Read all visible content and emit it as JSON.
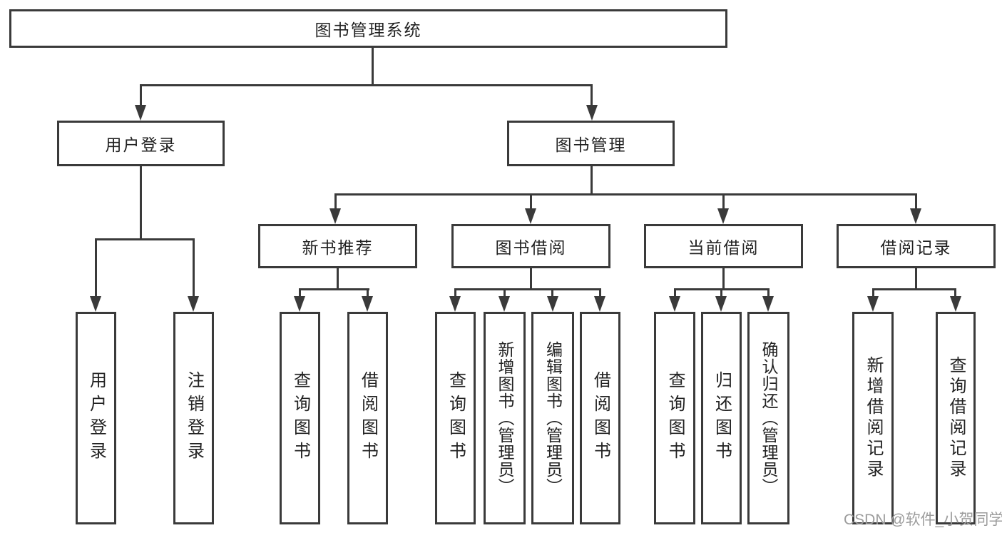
{
  "nodes": {
    "root": "图书管理系统",
    "user_login": "用户登录",
    "book_mgmt": "图书管理",
    "new_book_rec": "新书推荐",
    "book_borrow": "图书借阅",
    "current_borrow": "当前借阅",
    "borrow_record": "借阅记录",
    "leaf_user_login": "用户登录",
    "leaf_logout": "注销登录",
    "leaf_rec_query": "查询图书",
    "leaf_rec_borrow": "借阅图书",
    "leaf_bb_query": "查询图书",
    "leaf_bb_add": "新增图书（管理员）",
    "leaf_bb_edit": "编辑图书（管理员）",
    "leaf_bb_borrow": "借阅图书",
    "leaf_cb_query": "查询图书",
    "leaf_cb_return": "归还图书",
    "leaf_cb_confirm": "确认归还（管理员）",
    "leaf_br_add": "新增借阅记录",
    "leaf_br_query": "查询借阅记录"
  },
  "watermark": "CSDN @软件_小贺同学",
  "colors": {
    "line": "#3a3a3a",
    "text": "#222222",
    "watermark": "#9c9c9c",
    "background": "#ffffff"
  }
}
